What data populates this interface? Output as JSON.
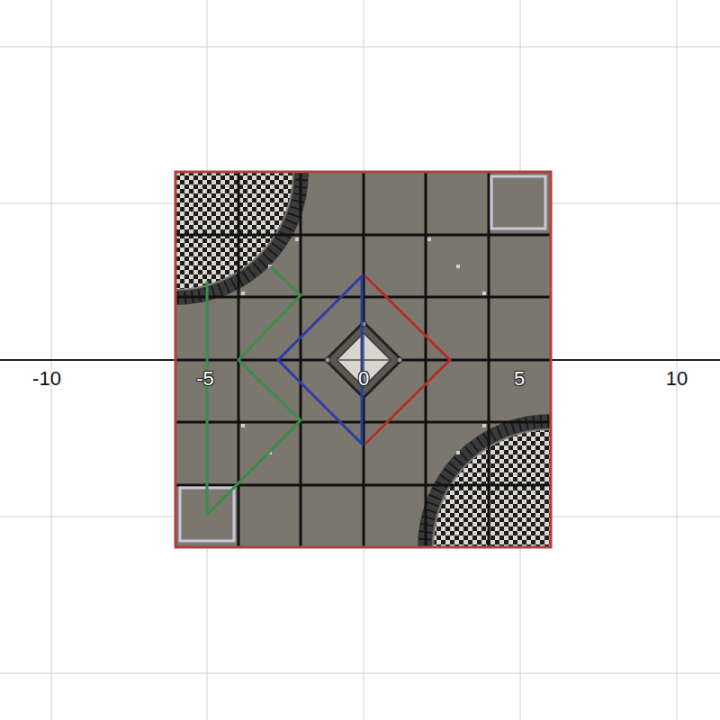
{
  "diagram": {
    "labels": [
      "-10",
      "-5",
      "0",
      "5",
      "10"
    ]
  }
}
